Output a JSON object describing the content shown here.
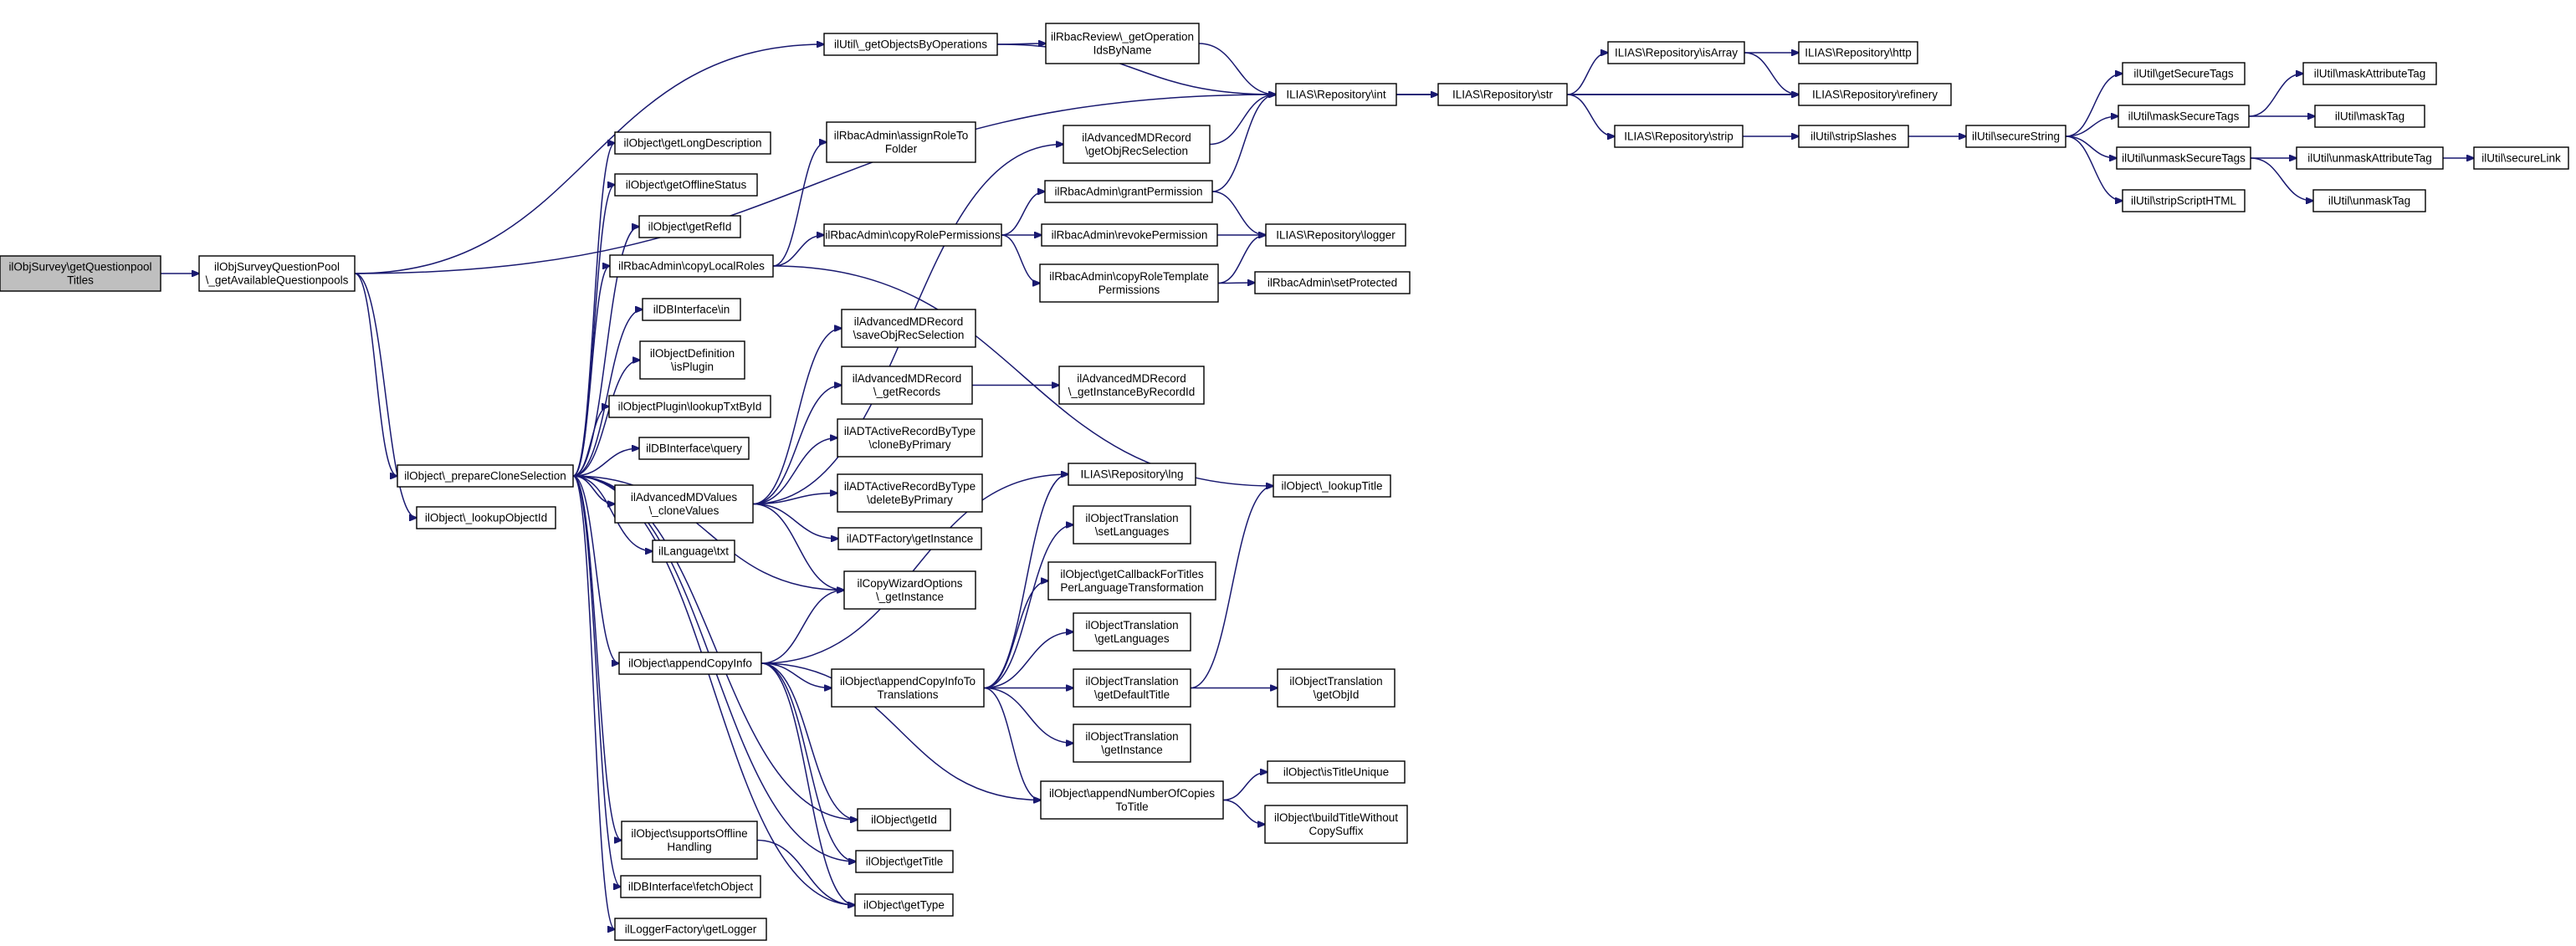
{
  "colors": {
    "edge": "#191970",
    "root_fill": "#bfbfbf",
    "node_fill": "#ffffff",
    "node_border": "#000000"
  },
  "nodes": [
    {
      "id": "root",
      "lines": [
        "ilObjSurvey\\getQuestionpool",
        "Titles"
      ]
    },
    {
      "id": "gaq",
      "lines": [
        "ilObjSurveyQuestionPool",
        "\\_getAvailableQuestionpools"
      ]
    },
    {
      "id": "gobo",
      "lines": [
        "ilUtil\\_getObjectsByOperations"
      ]
    },
    {
      "id": "rrop",
      "lines": [
        "ilRbacReview\\_getOperation",
        "IdsByName"
      ]
    },
    {
      "id": "rint",
      "lines": [
        "ILIAS\\Repository\\int"
      ]
    },
    {
      "id": "risarr",
      "lines": [
        "ILIAS\\Repository\\isArray"
      ]
    },
    {
      "id": "rhttp",
      "lines": [
        "ILIAS\\Repository\\http"
      ]
    },
    {
      "id": "rstr",
      "lines": [
        "ILIAS\\Repository\\str"
      ]
    },
    {
      "id": "rrefinery",
      "lines": [
        "ILIAS\\Repository\\refinery"
      ]
    },
    {
      "id": "rstrip",
      "lines": [
        "ILIAS\\Repository\\strip"
      ]
    },
    {
      "id": "ustripsl",
      "lines": [
        "ilUtil\\stripSlashes"
      ]
    },
    {
      "id": "usecstr",
      "lines": [
        "ilUtil\\secureString"
      ]
    },
    {
      "id": "ugst",
      "lines": [
        "ilUtil\\getSecureTags"
      ]
    },
    {
      "id": "umst",
      "lines": [
        "ilUtil\\maskSecureTags"
      ]
    },
    {
      "id": "umat",
      "lines": [
        "ilUtil\\maskAttributeTag"
      ]
    },
    {
      "id": "umt",
      "lines": [
        "ilUtil\\maskTag"
      ]
    },
    {
      "id": "uust",
      "lines": [
        "ilUtil\\unmaskSecureTags"
      ]
    },
    {
      "id": "uuat",
      "lines": [
        "ilUtil\\unmaskAttributeTag"
      ]
    },
    {
      "id": "usl",
      "lines": [
        "ilUtil\\secureLink"
      ]
    },
    {
      "id": "uut",
      "lines": [
        "ilUtil\\unmaskTag"
      ]
    },
    {
      "id": "ussh",
      "lines": [
        "ilUtil\\stripScriptHTML"
      ]
    },
    {
      "id": "ogld",
      "lines": [
        "ilObject\\getLongDescription"
      ]
    },
    {
      "id": "ogos",
      "lines": [
        "ilObject\\getOfflineStatus"
      ]
    },
    {
      "id": "ogri",
      "lines": [
        "ilObject\\getRefId"
      ]
    },
    {
      "id": "racl",
      "lines": [
        "ilRbacAdmin\\copyLocalRoles"
      ]
    },
    {
      "id": "dbin",
      "lines": [
        "ilDBInterface\\in"
      ]
    },
    {
      "id": "odip",
      "lines": [
        "ilObjectDefinition",
        "\\isPlugin"
      ]
    },
    {
      "id": "oplt",
      "lines": [
        "ilObjectPlugin\\lookupTxtById"
      ]
    },
    {
      "id": "dbq",
      "lines": [
        "ilDBInterface\\query"
      ]
    },
    {
      "id": "opcs",
      "lines": [
        "ilObject\\_prepareCloneSelection"
      ]
    },
    {
      "id": "olo",
      "lines": [
        "ilObject\\_lookupObjectId"
      ]
    },
    {
      "id": "amdcv",
      "lines": [
        "ilAdvancedMDValues",
        "\\_cloneValues"
      ]
    },
    {
      "id": "lngtxt",
      "lines": [
        "ilLanguage\\txt"
      ]
    },
    {
      "id": "oaci",
      "lines": [
        "ilObject\\appendCopyInfo"
      ]
    },
    {
      "id": "osoh",
      "lines": [
        "ilObject\\supportsOffline",
        "Handling"
      ]
    },
    {
      "id": "dbfo",
      "lines": [
        "ilDBInterface\\fetchObject"
      ]
    },
    {
      "id": "lfgl",
      "lines": [
        "ilLoggerFactory\\getLogger"
      ]
    },
    {
      "id": "raart",
      "lines": [
        "ilRbacAdmin\\assignRoleTo",
        "Folder"
      ]
    },
    {
      "id": "amdrgs",
      "lines": [
        "ilAdvancedMDRecord",
        "\\getObjRecSelection"
      ]
    },
    {
      "id": "racrp",
      "lines": [
        "ilRbacAdmin\\copyRolePermissions"
      ]
    },
    {
      "id": "ragp",
      "lines": [
        "ilRbacAdmin\\grantPermission"
      ]
    },
    {
      "id": "rarp",
      "lines": [
        "ilRbacAdmin\\revokePermission"
      ]
    },
    {
      "id": "racrt",
      "lines": [
        "ilRbacAdmin\\copyRoleTemplate",
        "Permissions"
      ]
    },
    {
      "id": "rlog",
      "lines": [
        "ILIAS\\Repository\\logger"
      ]
    },
    {
      "id": "rasp",
      "lines": [
        "ilRbacAdmin\\setProtected"
      ]
    },
    {
      "id": "amdsrs",
      "lines": [
        "ilAdvancedMDRecord",
        "\\saveObjRecSelection"
      ]
    },
    {
      "id": "amdgr",
      "lines": [
        "ilAdvancedMDRecord",
        "\\_getRecords"
      ]
    },
    {
      "id": "amdgi",
      "lines": [
        "ilAdvancedMDRecord",
        "\\_getInstanceByRecordId"
      ]
    },
    {
      "id": "adtcp",
      "lines": [
        "ilADTActiveRecordByType",
        "\\cloneByPrimary"
      ]
    },
    {
      "id": "adtdp",
      "lines": [
        "ilADTActiveRecordByType",
        "\\deleteByPrimary"
      ]
    },
    {
      "id": "adtf",
      "lines": [
        "ilADTFactory\\getInstance"
      ]
    },
    {
      "id": "cwo",
      "lines": [
        "ilCopyWizardOptions",
        "\\_getInstance"
      ]
    },
    {
      "id": "rlng",
      "lines": [
        "ILIAS\\Repository\\lng"
      ]
    },
    {
      "id": "olt",
      "lines": [
        "ilObject\\_lookupTitle"
      ]
    },
    {
      "id": "otsl",
      "lines": [
        "ilObjectTranslation",
        "\\setLanguages"
      ]
    },
    {
      "id": "ogcb",
      "lines": [
        "ilObject\\getCallbackForTitles",
        "PerLanguageTransformation"
      ]
    },
    {
      "id": "otgl",
      "lines": [
        "ilObjectTranslation",
        "\\getLanguages"
      ]
    },
    {
      "id": "oacit",
      "lines": [
        "ilObject\\appendCopyInfoTo",
        "Translations"
      ]
    },
    {
      "id": "otgdt",
      "lines": [
        "ilObjectTranslation",
        "\\getDefaultTitle"
      ]
    },
    {
      "id": "otgoi",
      "lines": [
        "ilObjectTranslation",
        "\\getObjId"
      ]
    },
    {
      "id": "otgi",
      "lines": [
        "ilObjectTranslation",
        "\\getInstance"
      ]
    },
    {
      "id": "oitu",
      "lines": [
        "ilObject\\isTitleUnique"
      ]
    },
    {
      "id": "oanc",
      "lines": [
        "ilObject\\appendNumberOfCopies",
        "ToTitle"
      ]
    },
    {
      "id": "obtw",
      "lines": [
        "ilObject\\buildTitleWithout",
        "CopySuffix"
      ]
    },
    {
      "id": "ogid",
      "lines": [
        "ilObject\\getId"
      ]
    },
    {
      "id": "ogtitle",
      "lines": [
        "ilObject\\getTitle"
      ]
    },
    {
      "id": "ogtype",
      "lines": [
        "ilObject\\getType"
      ]
    }
  ]
}
